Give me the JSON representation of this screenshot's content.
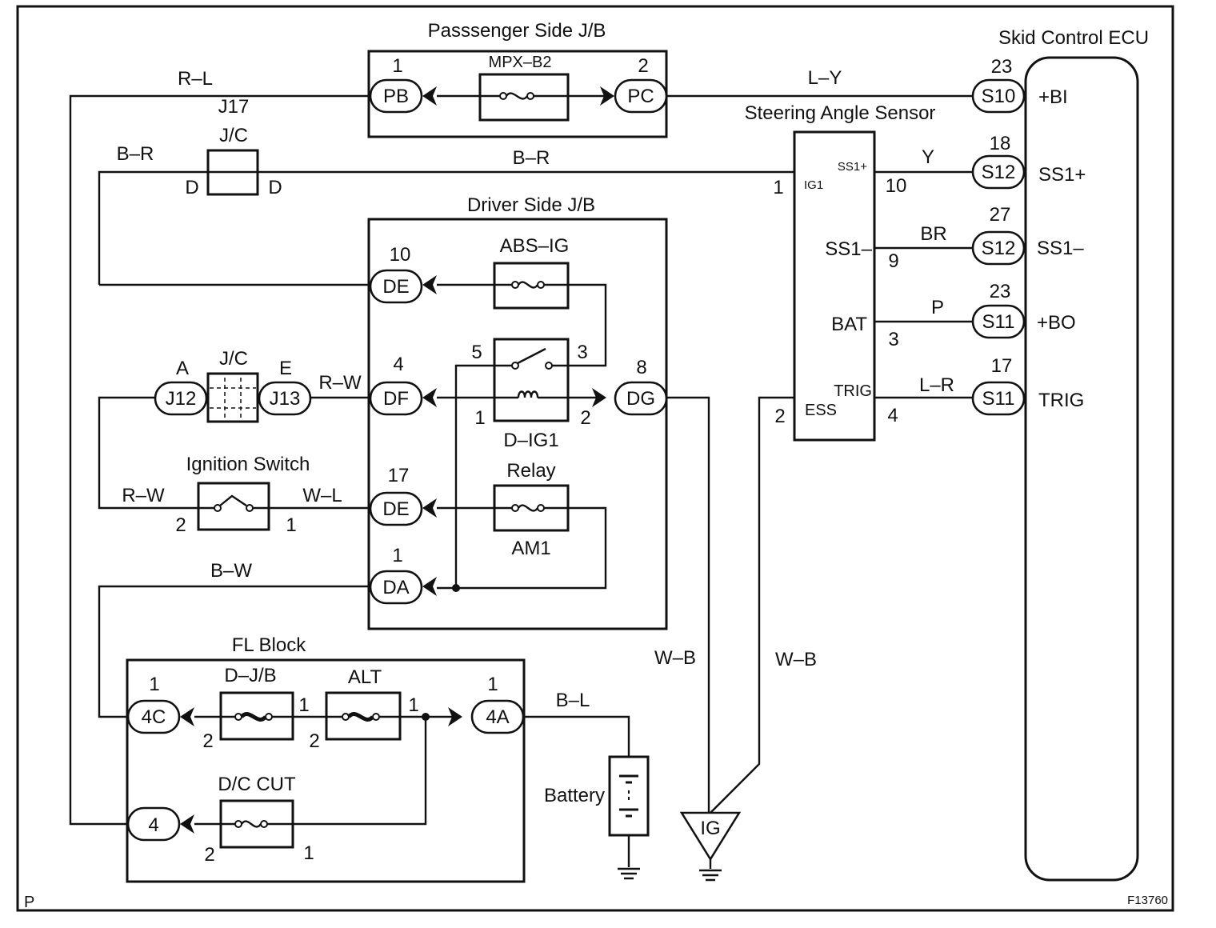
{
  "title_passenger_jb": "Passsenger Side J/B",
  "title_driver_jb": "Driver Side J/B",
  "title_fl_block": "FL Block",
  "title_skid_ecu": "Skid Control ECU",
  "title_steering_sensor": "Steering Angle Sensor",
  "jc17": {
    "line1": "J17",
    "line2": "J/C",
    "pin_left": "D",
    "pin_right": "D"
  },
  "jc2": {
    "label": "J/C",
    "pin_left": "A",
    "pin_right": "E",
    "conn_left": "J12",
    "conn_right": "J13"
  },
  "passenger": {
    "fuse": "MPX–B2",
    "conn_pb": "PB",
    "conn_pc": "PC",
    "pin_pb": "1",
    "pin_pc": "2"
  },
  "driver": {
    "fuse_abs": "ABS–IG",
    "fuse_am1": "AM1",
    "relay_line1": "D–IG1",
    "relay_line2": "Relay",
    "conn_de1": "DE",
    "conn_df": "DF",
    "conn_dg": "DG",
    "conn_de2": "DE",
    "conn_da": "DA",
    "pin_de1": "10",
    "pin_df": "4",
    "pin_dg": "8",
    "pin_de2": "17",
    "pin_da": "1",
    "relay_p5": "5",
    "relay_p3": "3",
    "relay_p1": "1",
    "relay_p2": "2"
  },
  "ignition": {
    "label": "Ignition Switch",
    "pin_left": "2",
    "pin_right": "1"
  },
  "fl": {
    "fuse_djb": "D–J/B",
    "fuse_alt": "ALT",
    "fuse_dc": "D/C CUT",
    "conn_4c": "4C",
    "conn_4a": "4A",
    "conn_4": "4",
    "pin_4c": "1",
    "pin_4a": "1",
    "djb_p2": "2",
    "djb_p1": "1",
    "alt_p2": "2",
    "alt_p1": "1",
    "dc_p2": "2",
    "dc_p1": "1"
  },
  "battery": "Battery",
  "ig_ground": "IG",
  "sensor": {
    "ss1p": "SS1+",
    "ig1": "IG1",
    "ss1m": "SS1–",
    "bat": "BAT",
    "trig": "TRIG",
    "ess": "ESS",
    "p1": "1",
    "p10": "10",
    "p9": "9",
    "p3": "3",
    "p2": "2",
    "p4": "4"
  },
  "ecu": {
    "pins": [
      {
        "num": "23",
        "conn": "S10",
        "term": "+BI",
        "wire": "L–Y"
      },
      {
        "num": "18",
        "conn": "S12",
        "term": "SS1+",
        "wire": "Y"
      },
      {
        "num": "27",
        "conn": "S12",
        "term": "SS1–",
        "wire": "BR"
      },
      {
        "num": "23",
        "conn": "S11",
        "term": "+BO",
        "wire": "P"
      },
      {
        "num": "17",
        "conn": "S11",
        "term": "TRIG",
        "wire": "L–R"
      }
    ]
  },
  "wires": {
    "rl": "R–L",
    "br_left": "B–R",
    "br_mid": "B–R",
    "rw_top": "R–W",
    "rw_left": "R–W",
    "wl": "W–L",
    "bw": "B–W",
    "bl": "B–L",
    "wb_left": "W–B",
    "wb_right": "W–B"
  },
  "corner_p": "P",
  "figure_code": "F13760"
}
